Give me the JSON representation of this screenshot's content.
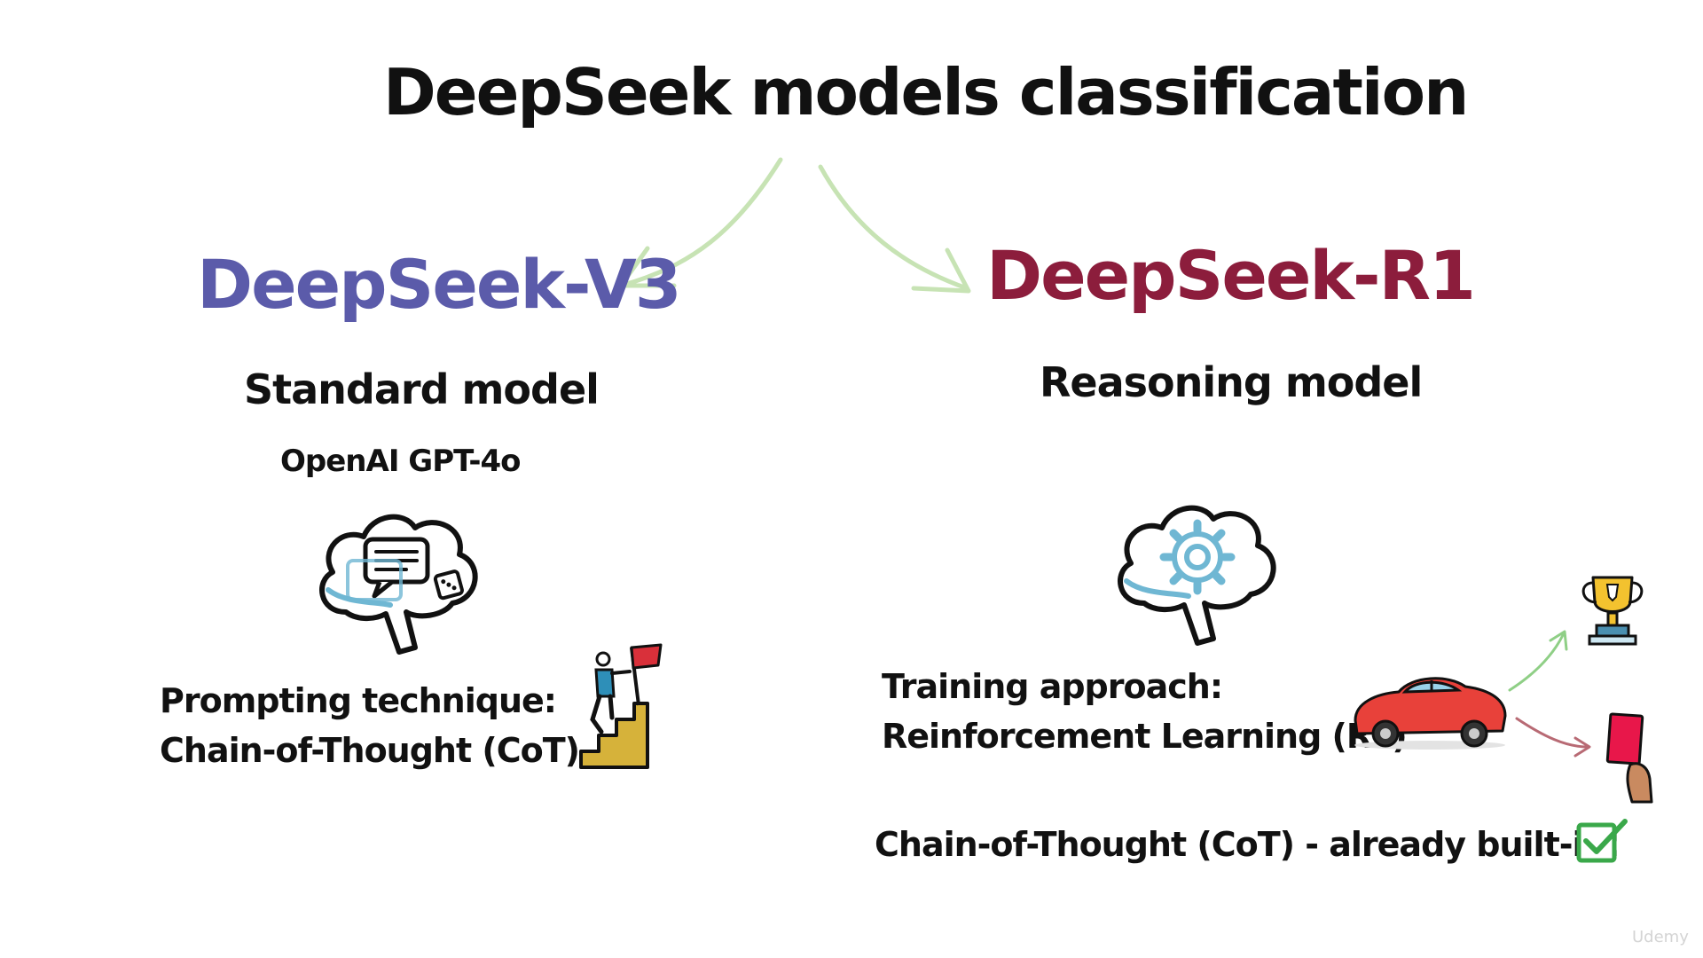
{
  "title": "DeepSeek models classification",
  "colors": {
    "v3_accent": "#5b5baa",
    "r1_accent": "#8c1d3c",
    "arrow": "#c7e3b4",
    "brain_outline": "#111111",
    "brain_fill_accent": "#6fb7d3",
    "checkmark": "#3aa84a"
  },
  "left": {
    "name": "DeepSeek-V3",
    "subtitle": "Standard model",
    "example": "OpenAI GPT-4o",
    "icon": "brain-chat-dice-icon",
    "line1": "Prompting technique:",
    "line2": "Chain-of-Thought (CoT)",
    "illustration": "climber-flag-stairs-icon"
  },
  "right": {
    "name": "DeepSeek-R1",
    "subtitle": "Reasoning model",
    "icon": "brain-gear-icon",
    "line1": "Training approach:",
    "line2": "Reinforcement Learning (RL)",
    "illustrations": [
      "red-car-icon",
      "trophy-icon",
      "red-card-icon"
    ],
    "builtin": "Chain-of-Thought (CoT) - already built-in!",
    "check_icon": "checkbox-check-icon"
  },
  "watermark": "Udemy"
}
